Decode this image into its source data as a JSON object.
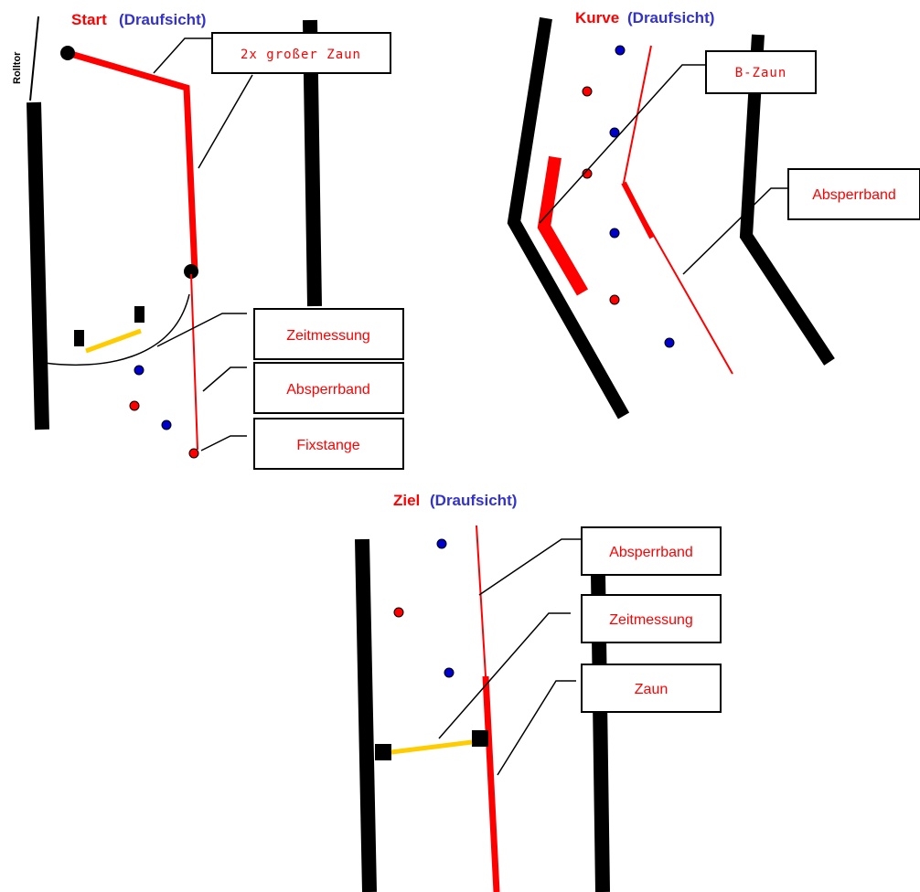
{
  "colors": {
    "title_red": "#ff0000",
    "title_blue": "#3333cc",
    "label_red": "#ff0000",
    "fence_red": "#ff0000",
    "wall_black": "#000000",
    "timing_yellow": "#ffcc00",
    "pole_red": "#ff0000",
    "pole_blue": "#0000cc"
  },
  "start": {
    "title": "Start",
    "subtitle": "(Draufsicht)",
    "rolltor": "Rolltor",
    "labels": {
      "big_fence": "2x  großer  Zaun",
      "timing": "Zeitmessung",
      "tape": "Absperrband",
      "pole": "Fixstange"
    }
  },
  "kurve": {
    "title": "Kurve",
    "subtitle": "(Draufsicht)",
    "labels": {
      "b_fence": "B-Zaun",
      "tape": "Absperrband"
    }
  },
  "ziel": {
    "title": "Ziel",
    "subtitle": "(Draufsicht)",
    "labels": {
      "tape": "Absperrband",
      "timing": "Zeitmessung",
      "fence": "Zaun"
    }
  }
}
